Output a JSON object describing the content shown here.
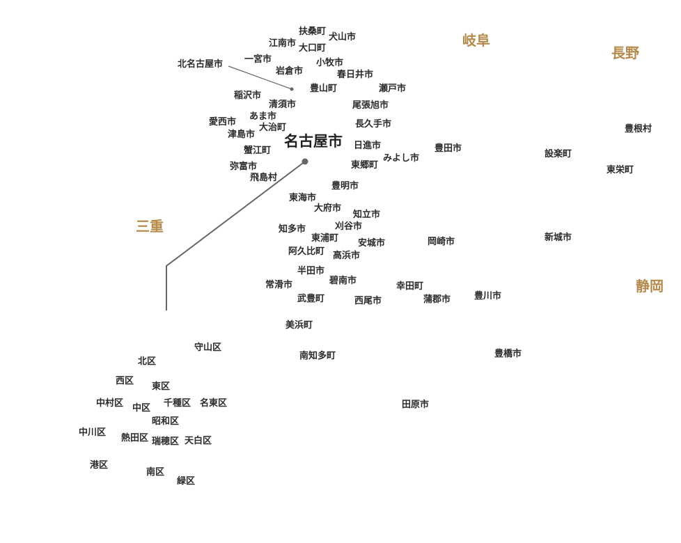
{
  "prefectures": {
    "gifu": "岐阜",
    "nagano": "長野",
    "mie": "三重",
    "shizuoka": "静岡"
  },
  "capital": "名古屋市",
  "municipalities": {
    "fuso": "扶桑町",
    "inuyama": "犬山市",
    "konan": "江南市",
    "oguchi": "大口町",
    "ichinomiya": "一宮市",
    "kitanagoya": "北名古屋市",
    "komaki": "小牧市",
    "iwakura": "岩倉市",
    "kasugai": "春日井市",
    "toyoyama": "豊山町",
    "seto": "瀬戸市",
    "inazawa": "稲沢市",
    "kiyosu": "清須市",
    "owariasahi": "尾張旭市",
    "ama": "あま市",
    "aisai": "愛西市",
    "oharu": "大治町",
    "nagakute": "長久手市",
    "tsushima": "津島市",
    "toyone": "豊根村",
    "nisshin": "日進市",
    "kanie": "蟹江町",
    "toyota": "豊田市",
    "shitara": "設楽町",
    "miyoshi": "みよし市",
    "yatomi": "弥富市",
    "togo": "東郷町",
    "toei": "東栄町",
    "tobishima": "飛島村",
    "toyoake": "豊明市",
    "tokai": "東海市",
    "obu": "大府市",
    "chiryu": "知立市",
    "kariya": "刈谷市",
    "chita": "知多市",
    "higashiura": "東浦町",
    "anjo": "安城市",
    "okazaki": "岡崎市",
    "shinshiro": "新城市",
    "agui": "阿久比町",
    "takahama": "高浜市",
    "handa": "半田市",
    "hekinan": "碧南市",
    "tokoname": "常滑市",
    "kota": "幸田町",
    "toyokawa": "豊川市",
    "taketoyo": "武豊町",
    "nishio": "西尾市",
    "gamagori": "蒲郡市",
    "mihama": "美浜町",
    "minamichita": "南知多町",
    "toyohashi": "豊橋市",
    "tahara": "田原市"
  },
  "wards": {
    "moriyama": "守山区",
    "kita": "北区",
    "nishi": "西区",
    "higashi": "東区",
    "nakamura": "中村区",
    "naka": "中区",
    "chikusa": "千種区",
    "meito": "名東区",
    "showa": "昭和区",
    "nakagawa": "中川区",
    "atsuta": "熱田区",
    "mizuho": "瑞穂区",
    "tempaku": "天白区",
    "minato": "港区",
    "minami": "南区",
    "midori": "緑区"
  },
  "colors": {
    "prefecture_label": "#b58a4a",
    "label": "#2b2b2b",
    "leader_line": "#666666"
  }
}
